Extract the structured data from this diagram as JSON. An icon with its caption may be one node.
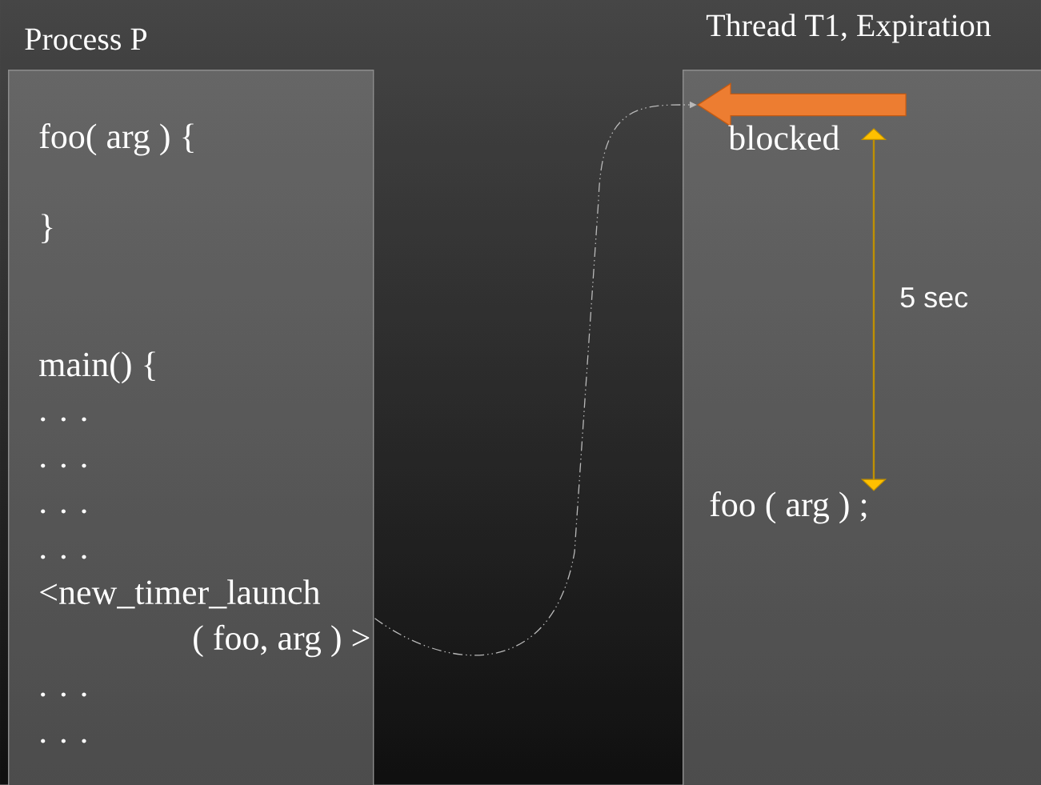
{
  "diagram": {
    "nodes": [
      {
        "text": [
          "Process P",
          "foo( arg ) {",
          "}",
          "main() {",
          ". . .",
          ". . .",
          ". . .",
          ". . .",
          ". . .",
          ". . ."
        ]
      },
      {
        "text": [
          "<new_timer_launch ( foo, arg ) >"
        ],
        "in": 0
      },
      {
        "text": [
          "Thread T1, Expiration",
          "foo ( arg ) ;"
        ]
      },
      {
        "text": [],
        "shape": "arrow",
        "beside": [
          "blocked"
        ],
        "in": 2
      },
      {
        "text": [],
        "shape": "arrow",
        "beside": [
          "5 sec"
        ],
        "in": 2
      }
    ],
    "edges": [
      {
        "from": 1,
        "to": 3,
        "arrow": "to",
        "style": "dashed"
      }
    ]
  }
}
